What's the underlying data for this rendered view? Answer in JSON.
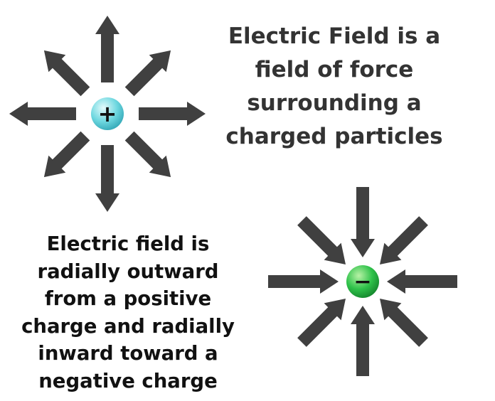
{
  "definition_text": {
    "lines": [
      "Electric Field is a",
      "field of force",
      "surrounding a",
      "charged particles"
    ]
  },
  "direction_text": {
    "lines": [
      "Electric field is",
      "radially outward",
      "from a positive",
      "charge and radially",
      "inward toward a",
      "negative charge"
    ]
  },
  "positive_charge": {
    "symbol": "+",
    "color": "#5fd3dc",
    "arrow_direction": "outward",
    "arrow_count": 8
  },
  "negative_charge": {
    "symbol": "−",
    "color": "#23b23e",
    "arrow_direction": "inward",
    "arrow_count": 8
  },
  "colors": {
    "arrow": "#404040",
    "text": "#333333"
  }
}
